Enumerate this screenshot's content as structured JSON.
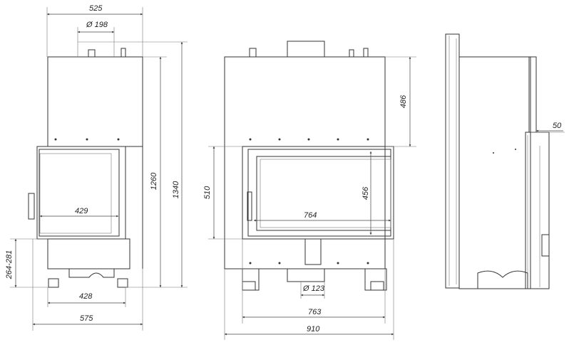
{
  "title": "Fireplace insert dimension drawing",
  "front_view": {
    "width_top": "525",
    "flue_diameter": "Ø 198",
    "height_body": "1260",
    "height_total": "1340",
    "glass_width": "429",
    "base_height": "264-281",
    "base_width": "428",
    "total_width": "575"
  },
  "corner_view": {
    "top_height": "486",
    "door_height": "510",
    "glass_height": "456",
    "glass_width": "764",
    "air_inlet_diameter": "Ø 123",
    "base_width": "763",
    "total_width": "910"
  },
  "side_view": {
    "offset": "50"
  }
}
